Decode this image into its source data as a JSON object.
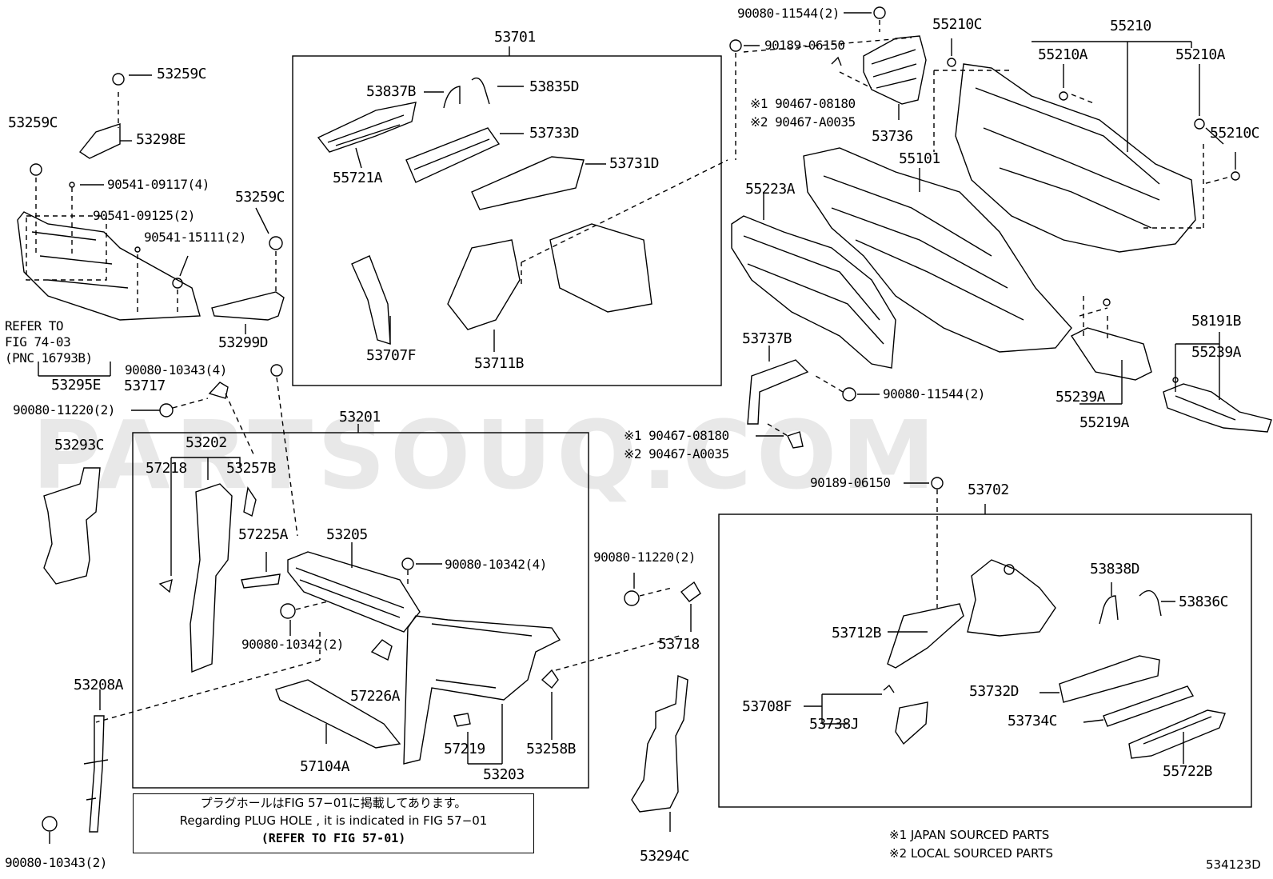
{
  "watermark": "PARTSOUQ.COM",
  "labels": {
    "p53701": "53701",
    "p53837B": "53837B",
    "p53835D": "53835D",
    "p53733D": "53733D",
    "p55721A": "55721A",
    "p53731D": "53731D",
    "p53707F": "53707F",
    "p53711B": "53711B",
    "p53259C_a": "53259C",
    "p53298E": "53298E",
    "p53259C_b": "53259C",
    "p90541_09117": "90541-09117(4)",
    "p90541_09125": "90541-09125(2)",
    "p90541_15111": "90541-15111(2)",
    "p53259C_c": "53259C",
    "ref1": "REFER TO",
    "ref2": "FIG 74-03",
    "ref3": "(PNC 16793B)",
    "p53299D": "53299D",
    "p53295E": "53295E",
    "p90080_10343_a": "90080-10343(4)",
    "p53717": "53717",
    "p90080_11220_a": "90080-11220(2)",
    "p53293C": "53293C",
    "p53201": "53201",
    "p53202": "53202",
    "p57218": "57218",
    "p53257B": "53257B",
    "p57225A": "57225A",
    "p53205": "53205",
    "p90080_10342_a": "90080-10342(4)",
    "p90080_10342_b": "90080-10342(2)",
    "p57226A": "57226A",
    "p57219": "57219",
    "p53258B": "53258B",
    "p53203": "53203",
    "p57104A": "57104A",
    "p53208A": "53208A",
    "p90080_10343_b": "90080-10343(2)",
    "p90080_11220_b": "90080-11220(2)",
    "p53718": "53718",
    "p53294C": "53294C",
    "p90080_11544_a": "90080-11544(2)",
    "p55210C_a": "55210C",
    "p55210": "55210",
    "p90189_06150_a": "90189-06150",
    "p55210A_a": "55210A",
    "p55210A_b": "55210A",
    "x1a": "※1 90467-08180",
    "x2a": "※2 90467-A0035",
    "p53736": "53736",
    "p55210C_b": "55210C",
    "p55101": "55101",
    "p55223A": "55223A",
    "p53737B": "53737B",
    "p90080_11544_b": "90080-11544(2)",
    "x1b": "※1 90467-08180",
    "x2b": "※2 90467-A0035",
    "p58191B": "58191B",
    "p55239A_a": "55239A",
    "p55239A_b": "55239A",
    "p55219A": "55219A",
    "p90189_06150_b": "90189-06150",
    "p53702": "53702",
    "p53838D": "53838D",
    "p53836C": "53836C",
    "p53712B": "53712B",
    "p53732D": "53732D",
    "p53708F": "53708F",
    "p53738J": "53738J",
    "p53734C": "53734C",
    "p55722B": "55722B"
  },
  "note": {
    "line1": "プラグホールはFIG 57−01に掲載してあります。",
    "line2": "Regarding  PLUG  HOLE , it is indicated in FIG  57−01",
    "line3": "(REFER TO FIG 57-01)"
  },
  "footnotes": {
    "f1": "※1 JAPAN SOURCED PARTS",
    "f2": "※2 LOCAL SOURCED PARTS"
  },
  "figure_code": "534123D"
}
